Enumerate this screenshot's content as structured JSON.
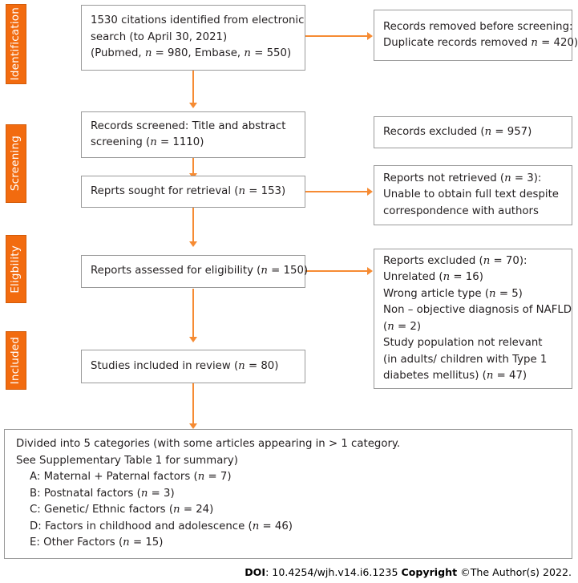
{
  "stages": [
    {
      "label": "Identification"
    },
    {
      "label": "Screening"
    },
    {
      "label": "Eligbility"
    },
    {
      "label": "Included"
    }
  ],
  "boxes": {
    "identified": {
      "lines": [
        "1530 citations identified from electronic",
        "search (to April 30, 2021)"
      ],
      "line3_pre": "(Pubmed, ",
      "line3_n1": "n",
      "line3_mid": " = 980, Embase, ",
      "line3_n2": "n",
      "line3_post": " = 550)"
    },
    "duplicates": {
      "line1": "Records removed before screening:",
      "line2_pre": "Duplicate records removed ",
      "line2_n": "n",
      "line2_post": " = 420)"
    },
    "screened": {
      "line1": "Records screened: Title and abstract",
      "line2_pre": "screening (",
      "line2_n": "n",
      "line2_post": " = 1110)"
    },
    "records_excluded": {
      "line1_pre": "Records excluded (",
      "line1_n": "n",
      "line1_post": " = 957)"
    },
    "sought": {
      "line1_pre": "Reprts sought for retrieval (",
      "line1_n": "n",
      "line1_post": " = 153)"
    },
    "not_retrieved": {
      "line1_pre": "Reports not retrieved (",
      "line1_n": "n",
      "line1_post": " = 3):",
      "line2": "Unable to obtain full text despite",
      "line3": "correspondence with authors"
    },
    "assessed": {
      "line1_pre": "Reports assessed for eligibility (",
      "line1_n": "n",
      "line1_post": " = 150)"
    },
    "reports_excluded": {
      "l1_pre": "Reports excluded (",
      "l1_n": "n",
      "l1_post": " = 70):",
      "l2_pre": "Unrelated (",
      "l2_n": "n",
      "l2_post": " = 16)",
      "l3_pre": "Wrong article type (",
      "l3_n": "n",
      "l3_post": " = 5)",
      "l4": "Non – objective diagnosis of NAFLD",
      "l5_pre": "(",
      "l5_n": "n",
      "l5_post": " = 2)",
      "l6": "Study population not relevant",
      "l7": "(in adults/ children with Type 1",
      "l8_pre": "diabetes mellitus) (",
      "l8_n": "n",
      "l8_post": " = 47)"
    },
    "included": {
      "line1_pre": "Studies included in review (",
      "line1_n": "n",
      "line1_post": " = 80)"
    },
    "categories": {
      "line1": "Divided into 5 categories (with some articles appearing in > 1 category.",
      "line2": "See Supplementary Table 1 for summary)",
      "items": [
        {
          "pre": "A: Maternal + Paternal factors (",
          "n": "n",
          "post": " = 7)"
        },
        {
          "pre": "B: Postnatal factors (",
          "n": "n",
          "post": " = 3)"
        },
        {
          "pre": "C: Genetic/ Ethnic factors (",
          "n": "n",
          "post": " = 24)"
        },
        {
          "pre": "D: Factors in childhood and adolescence (",
          "n": "n",
          "post": " = 46)"
        },
        {
          "pre": "E: Other Factors (",
          "n": "n",
          "post": " = 15)"
        }
      ]
    }
  },
  "footer": {
    "doi_label": "DOI",
    "doi_value": ": 10.4254/wjh.v14.i6.1235 ",
    "copyright_label": "Copyright",
    "copyright_value": " ©The Author(s) 2022."
  },
  "colors": {
    "accent_orange": "#f26b0f",
    "connector_orange": "#f68b33",
    "box_border": "#9a9a9a"
  }
}
